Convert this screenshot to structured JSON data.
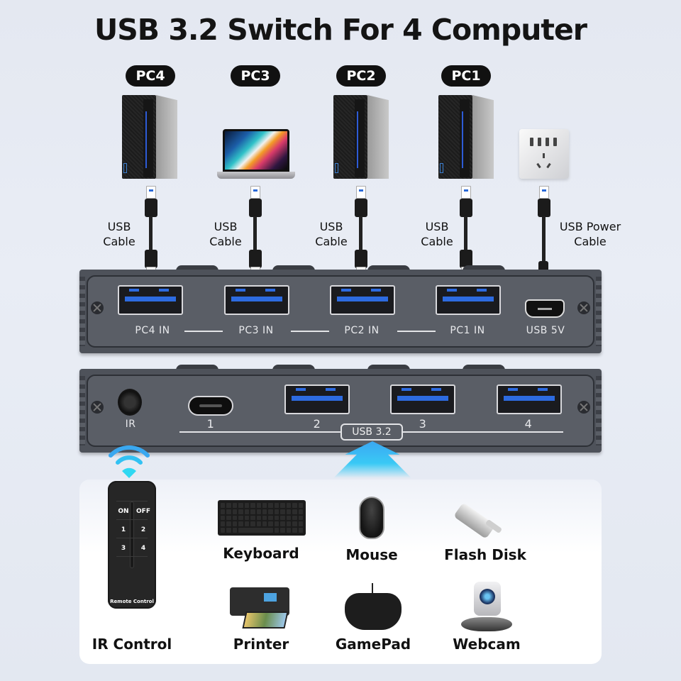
{
  "title": "USB 3.2 Switch For 4 Computer",
  "computers": [
    {
      "label": "PC4",
      "type": "tower"
    },
    {
      "label": "PC3",
      "type": "laptop"
    },
    {
      "label": "PC2",
      "type": "tower"
    },
    {
      "label": "PC1",
      "type": "tower"
    }
  ],
  "power_source": {
    "type": "wall-usb-socket"
  },
  "cables": [
    {
      "line1": "USB",
      "line2": "Cable"
    },
    {
      "line1": "USB",
      "line2": "Cable"
    },
    {
      "line1": "USB",
      "line2": "Cable"
    },
    {
      "line1": "USB",
      "line2": "Cable"
    },
    {
      "line1": "USB Power",
      "line2": "Cable"
    }
  ],
  "input_panel": {
    "ports": [
      "PC4 IN",
      "PC3 IN",
      "PC2 IN",
      "PC1 IN"
    ],
    "power_port": "USB 5V"
  },
  "output_panel": {
    "ir_label": "IR",
    "ports": [
      "1",
      "2",
      "3",
      "4"
    ],
    "badge": "USB 3.2"
  },
  "remote": {
    "buttons": [
      "ON",
      "OFF",
      "1",
      "2",
      "3",
      "4"
    ],
    "caption": "Remote Control",
    "label": "IR Control"
  },
  "accessories": [
    {
      "label": "Keyboard",
      "icon": "keyboard-icon"
    },
    {
      "label": "Mouse",
      "icon": "mouse-icon"
    },
    {
      "label": "Flash Disk",
      "icon": "flash-disk-icon"
    },
    {
      "label": "Printer",
      "icon": "printer-icon"
    },
    {
      "label": "GamePad",
      "icon": "gamepad-icon"
    },
    {
      "label": "Webcam",
      "icon": "webcam-icon"
    }
  ],
  "colors": {
    "panel": "#4e525a",
    "usb_blue": "#2d6be0",
    "arrow_blue": "#3ba7f2",
    "wifi_cyan": "#2fd0f2",
    "background": "#e6eaf2"
  }
}
